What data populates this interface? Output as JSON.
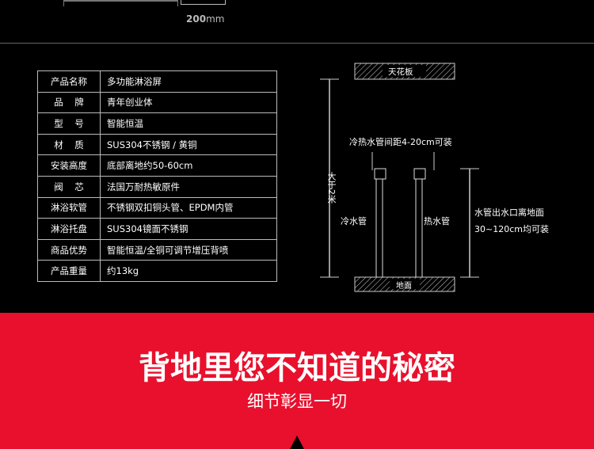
{
  "top": {
    "dimension_number": "200",
    "dimension_unit": "mm"
  },
  "specs": [
    {
      "key": "产品名称",
      "value": "多功能淋浴屏"
    },
    {
      "key": "品    牌",
      "value": "青年创业体"
    },
    {
      "key": "型    号",
      "value": "智能恒温"
    },
    {
      "key": "材    质",
      "value": "SUS304不锈钢 / 黄铜"
    },
    {
      "key": "安装高度",
      "value": "底部离地约50-60cm"
    },
    {
      "key": "阀    芯",
      "value": "法国万耐热敏原件"
    },
    {
      "key": "淋浴软管",
      "value": "不锈钢双扣铜头管、EPDM内管"
    },
    {
      "key": "淋浴托盘",
      "value": "SUS304镜面不锈钢"
    },
    {
      "key": "商品优势",
      "value": "智能恒温/全铜可调节增压背喷"
    },
    {
      "key": "产品重量",
      "value": "约13kg"
    }
  ],
  "diagram": {
    "ceiling": "天花板",
    "floor": "地面",
    "height_note": "大于2米",
    "pipe_spacing": "冷热水管间距4-20cm可装",
    "cold_pipe": "冷水管",
    "hot_pipe": "热水管",
    "outlet_note_1": "水管出水口离地面",
    "outlet_note_2": "30~120cm均可装"
  },
  "banner": {
    "title": "背地里您不知道的秘密",
    "subtitle": "细节彰显一切",
    "color": "#e8102d"
  }
}
